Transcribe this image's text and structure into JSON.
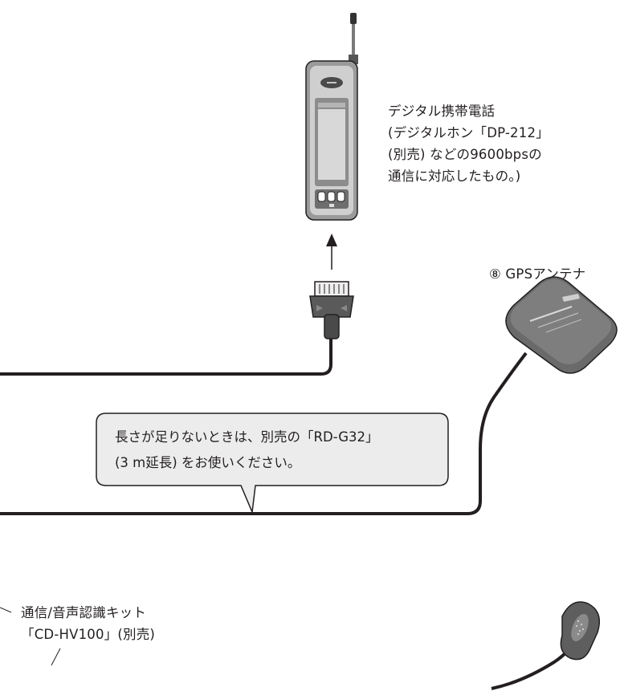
{
  "phone_caption": {
    "line1": "デジタル携帯電話",
    "line2": "(デジタルホン「DP-212」",
    "line3": "(別売) などの9600bpsの",
    "line4": "通信に対応したもの。)"
  },
  "gps_label": "⑧ GPSアンテナ",
  "callout": {
    "line1": "長さが足りないときは、別売の「RD-G32」",
    "line2": "(3 m延長) をお使いください。"
  },
  "kit_label": {
    "line1": "通信/音声認識キット",
    "line2": "「CD-HV100」(別売)"
  }
}
